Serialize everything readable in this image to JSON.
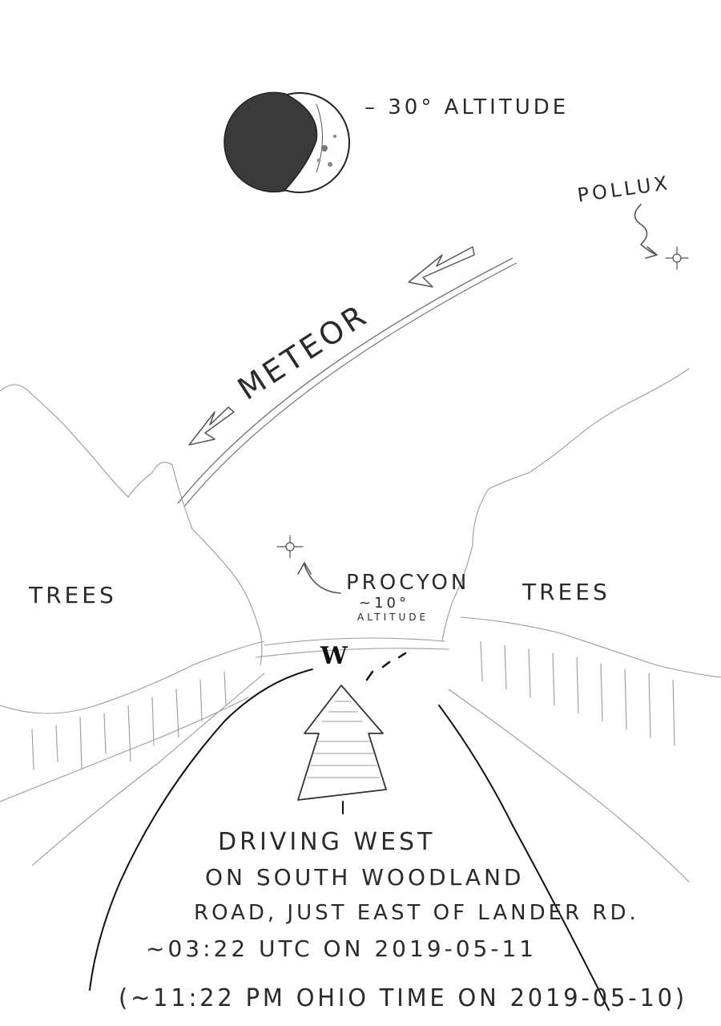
{
  "moon": {
    "label": "– 30° ALTITUDE",
    "icon": "moon-icon"
  },
  "stars": {
    "pollux": {
      "label": "POLLUX",
      "icon": "star-icon"
    },
    "procyon": {
      "label": "PROCYON",
      "altitude_note": "~10°",
      "altitude_word": "ALTITUDE",
      "icon": "star-icon"
    }
  },
  "meteor": {
    "label": "METEOR"
  },
  "trees": {
    "left_label": "TREES",
    "right_label": "TREES"
  },
  "road": {
    "direction_label": "W"
  },
  "caption": {
    "line1": "DRIVING WEST",
    "line2": "ON SOUTH WOODLAND",
    "line3": "ROAD, JUST EAST OF LANDER RD.",
    "line4": "~03:22 UTC ON 2019-05-11",
    "line5": "(~11:22 PM OHIO TIME ON 2019-05-10)"
  },
  "colors": {
    "ink": "#2a2a2a",
    "pencil": "#9a9a9a",
    "moon_dark": "#3a3a3a",
    "paper": "#ffffff"
  }
}
